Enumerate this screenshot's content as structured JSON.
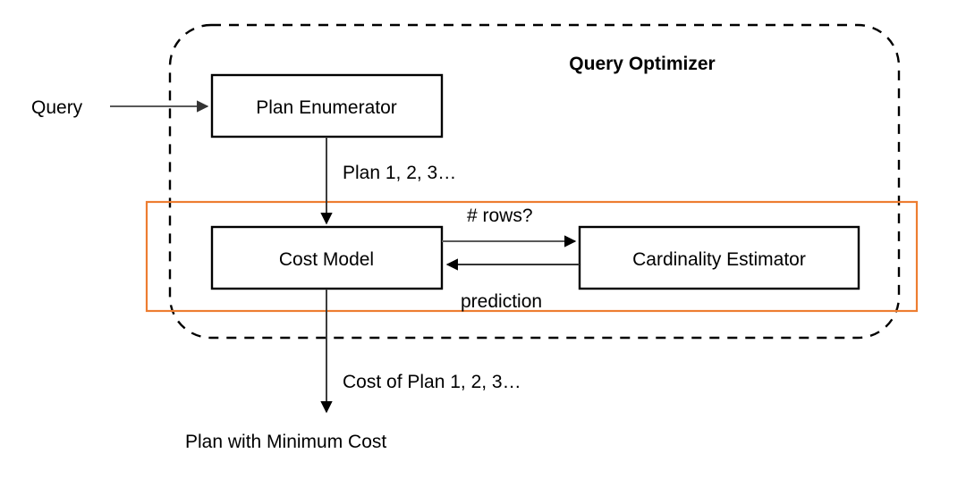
{
  "diagram": {
    "title": "Query Optimizer",
    "groups": [
      {
        "id": "query-optimizer",
        "label": "Query Optimizer",
        "style": "dashed-rounded",
        "color": "#000000"
      },
      {
        "id": "cardinality-highlight",
        "label": "",
        "style": "solid-rect",
        "color": "#ED7D31"
      }
    ],
    "nodes": [
      {
        "id": "plan-enumerator",
        "label": "Plan Enumerator"
      },
      {
        "id": "cost-model",
        "label": "Cost Model"
      },
      {
        "id": "cardinality-estimator",
        "label": "Cardinality Estimator"
      }
    ],
    "inputs": [
      {
        "id": "query",
        "label": "Query"
      }
    ],
    "outputs": [
      {
        "id": "min-cost-plan",
        "label": "Plan with Minimum Cost"
      }
    ],
    "edges": [
      {
        "id": "query-to-enumerator",
        "label": "",
        "from": "query",
        "to": "plan-enumerator"
      },
      {
        "id": "enumerator-to-cost",
        "label": "Plan 1, 2, 3…",
        "from": "plan-enumerator",
        "to": "cost-model"
      },
      {
        "id": "cost-to-cardinality",
        "label": "# rows?",
        "from": "cost-model",
        "to": "cardinality-estimator"
      },
      {
        "id": "cardinality-to-cost",
        "label": "prediction",
        "from": "cardinality-estimator",
        "to": "cost-model"
      },
      {
        "id": "cost-to-output",
        "label": "Cost of Plan 1, 2, 3…",
        "from": "cost-model",
        "to": "min-cost-plan"
      }
    ]
  }
}
